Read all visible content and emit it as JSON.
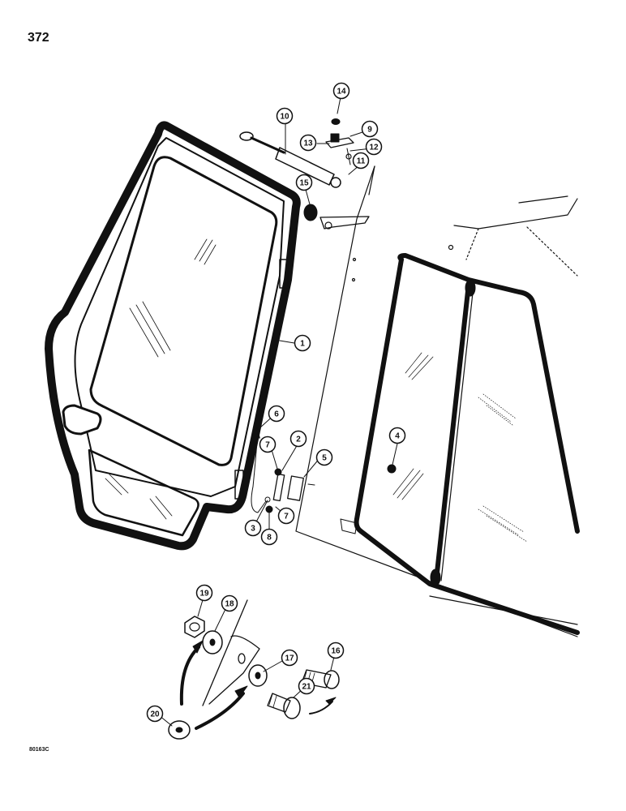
{
  "page_number": "372",
  "figure_code": "80163C",
  "callouts": [
    "1",
    "2",
    "3",
    "4",
    "5",
    "6",
    "7",
    "7",
    "8",
    "9",
    "10",
    "11",
    "12",
    "13",
    "14",
    "15",
    "16",
    "17",
    "18",
    "19",
    "20",
    "21"
  ]
}
